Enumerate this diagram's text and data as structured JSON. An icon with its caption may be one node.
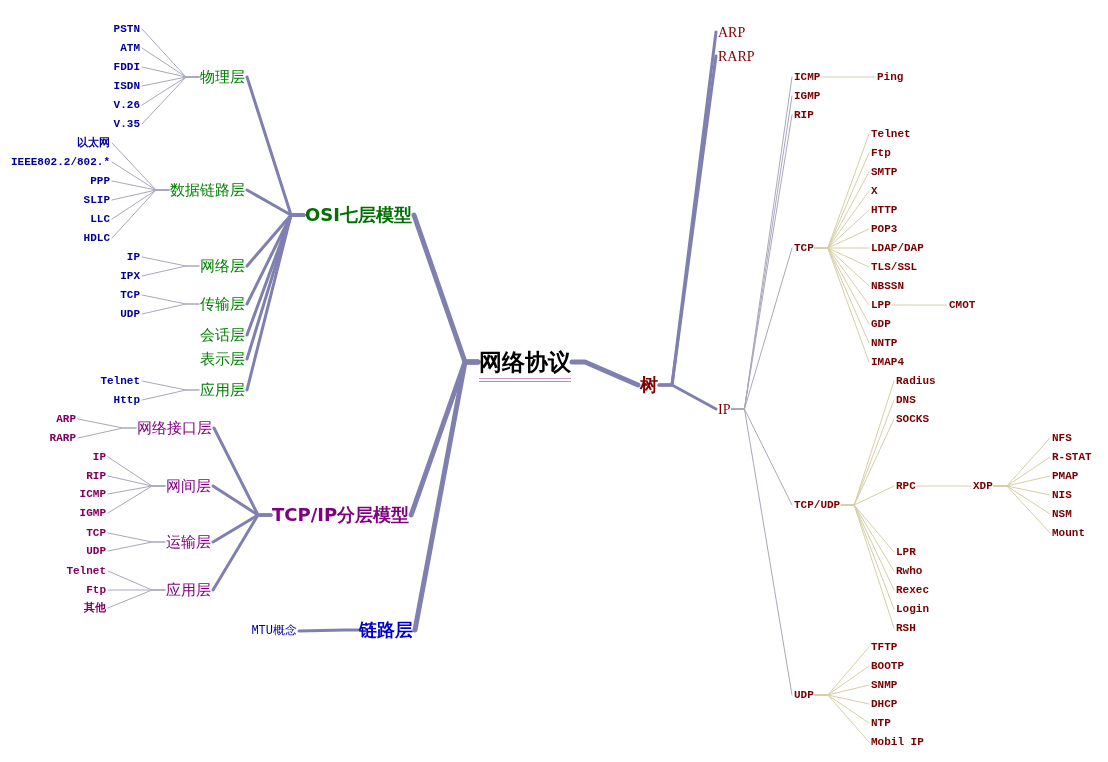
{
  "diagram": {
    "nodes": [
      {
        "text": [
          "网络协议"
        ]
      },
      {
        "text": [
          "OSI七层模型"
        ]
      },
      {
        "text": [
          "物理层"
        ]
      },
      {
        "text": [
          "PSTN"
        ]
      },
      {
        "text": [
          "ATM"
        ]
      },
      {
        "text": [
          "FDDI"
        ]
      },
      {
        "text": [
          "ISDN"
        ]
      },
      {
        "text": [
          "V.26"
        ]
      },
      {
        "text": [
          "V.35"
        ]
      },
      {
        "text": [
          "数据链路层"
        ]
      },
      {
        "text": [
          "以太网"
        ]
      },
      {
        "text": [
          "IEEE802.2/802.*"
        ]
      },
      {
        "text": [
          "PPP"
        ]
      },
      {
        "text": [
          "SLIP"
        ]
      },
      {
        "text": [
          "LLC"
        ]
      },
      {
        "text": [
          "HDLC"
        ]
      },
      {
        "text": [
          "网络层"
        ]
      },
      {
        "text": [
          "IP"
        ]
      },
      {
        "text": [
          "IPX"
        ]
      },
      {
        "text": [
          "传输层"
        ]
      },
      {
        "text": [
          "TCP"
        ]
      },
      {
        "text": [
          "UDP"
        ]
      },
      {
        "text": [
          "会话层"
        ]
      },
      {
        "text": [
          "表示层"
        ]
      },
      {
        "text": [
          "应用层"
        ]
      },
      {
        "text": [
          "Telnet"
        ]
      },
      {
        "text": [
          "Http"
        ]
      },
      {
        "text": [
          "TCP/IP分层模型"
        ]
      },
      {
        "text": [
          "网络接口层"
        ]
      },
      {
        "text": [
          "ARP"
        ]
      },
      {
        "text": [
          "RARP"
        ]
      },
      {
        "text": [
          "网间层"
        ]
      },
      {
        "text": [
          "IP"
        ]
      },
      {
        "text": [
          "RIP"
        ]
      },
      {
        "text": [
          "ICMP"
        ]
      },
      {
        "text": [
          "IGMP"
        ]
      },
      {
        "text": [
          "运输层"
        ]
      },
      {
        "text": [
          "TCP"
        ]
      },
      {
        "text": [
          "UDP"
        ]
      },
      {
        "text": [
          "应用层"
        ]
      },
      {
        "text": [
          "Telnet"
        ]
      },
      {
        "text": [
          "Ftp"
        ]
      },
      {
        "text": [
          "其他"
        ]
      },
      {
        "text": [
          "链路层"
        ]
      },
      {
        "text": [
          "MTU概念"
        ]
      },
      {
        "text": [
          "树"
        ]
      },
      {
        "text": [
          "ARP"
        ]
      },
      {
        "text": [
          "RARP"
        ]
      },
      {
        "text": [
          "IP"
        ]
      },
      {
        "text": [
          "ICMP"
        ]
      },
      {
        "text": [
          "Ping"
        ]
      },
      {
        "text": [
          "IGMP"
        ]
      },
      {
        "text": [
          "RIP"
        ]
      },
      {
        "text": [
          "TCP"
        ]
      },
      {
        "text": [
          "Telnet"
        ]
      },
      {
        "text": [
          "Ftp"
        ]
      },
      {
        "text": [
          "SMTP"
        ]
      },
      {
        "text": [
          "X"
        ]
      },
      {
        "text": [
          "HTTP"
        ]
      },
      {
        "text": [
          "POP3"
        ]
      },
      {
        "text": [
          "LDAP/DAP"
        ]
      },
      {
        "text": [
          "TLS/SSL"
        ]
      },
      {
        "text": [
          "NBSSN"
        ]
      },
      {
        "text": [
          "LPP"
        ]
      },
      {
        "text": [
          "CMOT"
        ]
      },
      {
        "text": [
          "GDP"
        ]
      },
      {
        "text": [
          "NNTP"
        ]
      },
      {
        "text": [
          "IMAP4"
        ]
      },
      {
        "text": [
          "TCP/UDP"
        ]
      },
      {
        "text": [
          "Radius"
        ]
      },
      {
        "text": [
          "DNS"
        ]
      },
      {
        "text": [
          "SOCKS"
        ]
      },
      {
        "text": [
          "RPC"
        ]
      },
      {
        "text": [
          "XDP"
        ]
      },
      {
        "text": [
          "NFS"
        ]
      },
      {
        "text": [
          "R-STAT"
        ]
      },
      {
        "text": [
          "PMAP"
        ]
      },
      {
        "text": [
          "NIS"
        ]
      },
      {
        "text": [
          "NSM"
        ]
      },
      {
        "text": [
          "Mount"
        ]
      },
      {
        "text": [
          "LPR"
        ]
      },
      {
        "text": [
          "Rwho"
        ]
      },
      {
        "text": [
          "Rexec"
        ]
      },
      {
        "text": [
          "Login"
        ]
      },
      {
        "text": [
          "RSH"
        ]
      },
      {
        "text": [
          "UDP"
        ]
      },
      {
        "text": [
          "TFTP"
        ]
      },
      {
        "text": [
          "BOOTP"
        ]
      },
      {
        "text": [
          "SNMP"
        ]
      },
      {
        "text": [
          "DHCP"
        ]
      },
      {
        "text": [
          "NTP"
        ]
      },
      {
        "text": [
          "Mobil IP"
        ]
      }
    ],
    "edges": [
      {
        "from": 0,
        "to": 1,
        "arrow": "none",
        "style": "thick",
        "color": "#8080b0"
      },
      {
        "from": 0,
        "to": 27,
        "arrow": "none",
        "style": "thick",
        "color": "#8080b0"
      },
      {
        "from": 0,
        "to": 43,
        "arrow": "none",
        "style": "thick",
        "color": "#8080b0"
      },
      {
        "from": 0,
        "to": 45,
        "arrow": "none",
        "style": "thick",
        "color": "#8080b0"
      },
      {
        "from": 1,
        "to": 2,
        "arrow": "none",
        "style": "thick",
        "color": "#8080b0"
      },
      {
        "from": 1,
        "to": 9,
        "arrow": "none",
        "style": "thick",
        "color": "#8080b0"
      },
      {
        "from": 1,
        "to": 16,
        "arrow": "none",
        "style": "thick",
        "color": "#8080b0"
      },
      {
        "from": 1,
        "to": 19,
        "arrow": "none",
        "style": "thick",
        "color": "#8080b0"
      },
      {
        "from": 1,
        "to": 22,
        "arrow": "none",
        "style": "thick",
        "color": "#8080b0"
      },
      {
        "from": 1,
        "to": 23,
        "arrow": "none",
        "style": "thick",
        "color": "#8080b0"
      },
      {
        "from": 1,
        "to": 24,
        "arrow": "none",
        "style": "thick",
        "color": "#8080b0"
      },
      {
        "from": 2,
        "to": 3,
        "arrow": "none",
        "color": "#a8a8bc"
      },
      {
        "from": 2,
        "to": 4,
        "arrow": "none",
        "color": "#a8a8bc"
      },
      {
        "from": 2,
        "to": 5,
        "arrow": "none",
        "color": "#a8a8bc"
      },
      {
        "from": 2,
        "to": 6,
        "arrow": "none",
        "color": "#a8a8bc"
      },
      {
        "from": 2,
        "to": 7,
        "arrow": "none",
        "color": "#a8a8bc"
      },
      {
        "from": 2,
        "to": 8,
        "arrow": "none",
        "color": "#a8a8bc"
      },
      {
        "from": 9,
        "to": 10,
        "arrow": "none",
        "color": "#a8a8bc"
      },
      {
        "from": 9,
        "to": 11,
        "arrow": "none",
        "color": "#a8a8bc"
      },
      {
        "from": 9,
        "to": 12,
        "arrow": "none",
        "color": "#a8a8bc"
      },
      {
        "from": 9,
        "to": 13,
        "arrow": "none",
        "color": "#a8a8bc"
      },
      {
        "from": 9,
        "to": 14,
        "arrow": "none",
        "color": "#a8a8bc"
      },
      {
        "from": 9,
        "to": 15,
        "arrow": "none",
        "color": "#a8a8bc"
      },
      {
        "from": 16,
        "to": 17,
        "arrow": "none",
        "color": "#a8a8bc"
      },
      {
        "from": 16,
        "to": 18,
        "arrow": "none",
        "color": "#a8a8bc"
      },
      {
        "from": 19,
        "to": 20,
        "arrow": "none",
        "color": "#a8a8bc"
      },
      {
        "from": 19,
        "to": 21,
        "arrow": "none",
        "color": "#a8a8bc"
      },
      {
        "from": 24,
        "to": 25,
        "arrow": "none",
        "color": "#a8a8bc"
      },
      {
        "from": 24,
        "to": 26,
        "arrow": "none",
        "color": "#a8a8bc"
      },
      {
        "from": 27,
        "to": 28,
        "arrow": "none",
        "style": "thick",
        "color": "#8080b0"
      },
      {
        "from": 27,
        "to": 31,
        "arrow": "none",
        "style": "thick",
        "color": "#8080b0"
      },
      {
        "from": 27,
        "to": 36,
        "arrow": "none",
        "style": "thick",
        "color": "#8080b0"
      },
      {
        "from": 27,
        "to": 39,
        "arrow": "none",
        "style": "thick",
        "color": "#8080b0"
      },
      {
        "from": 28,
        "to": 29,
        "arrow": "none",
        "color": "#a8a8bc"
      },
      {
        "from": 28,
        "to": 30,
        "arrow": "none",
        "color": "#a8a8bc"
      },
      {
        "from": 31,
        "to": 32,
        "arrow": "none",
        "color": "#a8a8bc"
      },
      {
        "from": 31,
        "to": 33,
        "arrow": "none",
        "color": "#a8a8bc"
      },
      {
        "from": 31,
        "to": 34,
        "arrow": "none",
        "color": "#a8a8bc"
      },
      {
        "from": 31,
        "to": 35,
        "arrow": "none",
        "color": "#a8a8bc"
      },
      {
        "from": 36,
        "to": 37,
        "arrow": "none",
        "color": "#a8a8bc"
      },
      {
        "from": 36,
        "to": 38,
        "arrow": "none",
        "color": "#a8a8bc"
      },
      {
        "from": 39,
        "to": 40,
        "arrow": "none",
        "color": "#a8a8bc"
      },
      {
        "from": 39,
        "to": 41,
        "arrow": "none",
        "color": "#a8a8bc"
      },
      {
        "from": 39,
        "to": 42,
        "arrow": "none",
        "color": "#a8a8bc"
      },
      {
        "from": 43,
        "to": 44,
        "arrow": "none",
        "style": "thick",
        "color": "#8080b0"
      },
      {
        "from": 45,
        "to": 46,
        "arrow": "none",
        "style": "thick",
        "color": "#8080b0"
      },
      {
        "from": 45,
        "to": 47,
        "arrow": "none",
        "style": "thick",
        "color": "#8080b0"
      },
      {
        "from": 45,
        "to": 48,
        "arrow": "none",
        "style": "thick",
        "color": "#8080b0"
      },
      {
        "from": 48,
        "to": 49,
        "arrow": "none",
        "color": "#a8a8bc"
      },
      {
        "from": 48,
        "to": 51,
        "arrow": "none",
        "color": "#a8a8bc"
      },
      {
        "from": 48,
        "to": 52,
        "arrow": "none",
        "color": "#a8a8bc"
      },
      {
        "from": 48,
        "to": 53,
        "arrow": "none",
        "color": "#a8a8bc"
      },
      {
        "from": 48,
        "to": 68,
        "arrow": "none",
        "color": "#a8a8bc"
      },
      {
        "from": 48,
        "to": 85,
        "arrow": "none",
        "color": "#a8a8bc"
      },
      {
        "from": 49,
        "to": 50,
        "arrow": "none"
      },
      {
        "from": 53,
        "to": 54,
        "arrow": "none"
      },
      {
        "from": 53,
        "to": 55,
        "arrow": "none"
      },
      {
        "from": 53,
        "to": 56,
        "arrow": "none"
      },
      {
        "from": 53,
        "to": 57,
        "arrow": "none"
      },
      {
        "from": 53,
        "to": 58,
        "arrow": "none"
      },
      {
        "from": 53,
        "to": 59,
        "arrow": "none"
      },
      {
        "from": 53,
        "to": 60,
        "arrow": "none"
      },
      {
        "from": 53,
        "to": 61,
        "arrow": "none"
      },
      {
        "from": 53,
        "to": 62,
        "arrow": "none"
      },
      {
        "from": 53,
        "to": 63,
        "arrow": "none"
      },
      {
        "from": 53,
        "to": 65,
        "arrow": "none"
      },
      {
        "from": 53,
        "to": 66,
        "arrow": "none"
      },
      {
        "from": 53,
        "to": 67,
        "arrow": "none"
      },
      {
        "from": 63,
        "to": 64,
        "arrow": "none"
      },
      {
        "from": 68,
        "to": 69,
        "arrow": "none"
      },
      {
        "from": 68,
        "to": 70,
        "arrow": "none"
      },
      {
        "from": 68,
        "to": 71,
        "arrow": "none"
      },
      {
        "from": 68,
        "to": 72,
        "arrow": "none"
      },
      {
        "from": 68,
        "to": 80,
        "arrow": "none"
      },
      {
        "from": 68,
        "to": 81,
        "arrow": "none"
      },
      {
        "from": 68,
        "to": 82,
        "arrow": "none"
      },
      {
        "from": 68,
        "to": 83,
        "arrow": "none"
      },
      {
        "from": 68,
        "to": 84,
        "arrow": "none"
      },
      {
        "from": 72,
        "to": 73,
        "arrow": "none"
      },
      {
        "from": 73,
        "to": 74,
        "arrow": "none"
      },
      {
        "from": 73,
        "to": 75,
        "arrow": "none"
      },
      {
        "from": 73,
        "to": 76,
        "arrow": "none"
      },
      {
        "from": 73,
        "to": 77,
        "arrow": "none"
      },
      {
        "from": 73,
        "to": 78,
        "arrow": "none"
      },
      {
        "from": 73,
        "to": 79,
        "arrow": "none"
      },
      {
        "from": 85,
        "to": 86,
        "arrow": "none"
      },
      {
        "from": 85,
        "to": 87,
        "arrow": "none"
      },
      {
        "from": 85,
        "to": 88,
        "arrow": "none"
      },
      {
        "from": 85,
        "to": 89,
        "arrow": "none"
      },
      {
        "from": 85,
        "to": 90,
        "arrow": "none"
      },
      {
        "from": 85,
        "to": 91,
        "arrow": "none"
      }
    ]
  }
}
